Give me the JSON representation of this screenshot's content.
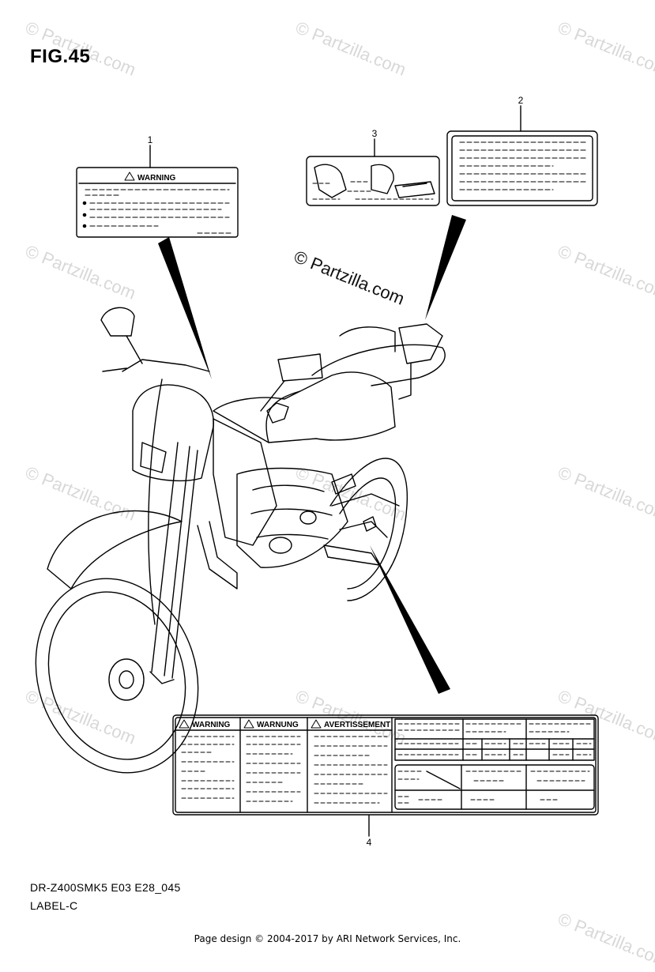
{
  "figure": {
    "title": "FIG.45",
    "code": "DR-Z400SMK5 E03 E28_045",
    "subtitle": "LABEL-C"
  },
  "footer": "Page design © 2004-2017 by ARI Network Services, Inc.",
  "watermark": {
    "text": "© Partzilla.com",
    "strong_text": "© Partzilla.com"
  },
  "callouts": [
    {
      "number": "1"
    },
    {
      "number": "2"
    },
    {
      "number": "3"
    },
    {
      "number": "4"
    }
  ],
  "label_1": {
    "heading": "WARNING"
  },
  "label_4": {
    "headings": [
      "WARNING",
      "WARNUNG",
      "AVERTISSEMENT"
    ]
  },
  "colors": {
    "ink": "#000000",
    "watermark": "#d8d8d8"
  }
}
